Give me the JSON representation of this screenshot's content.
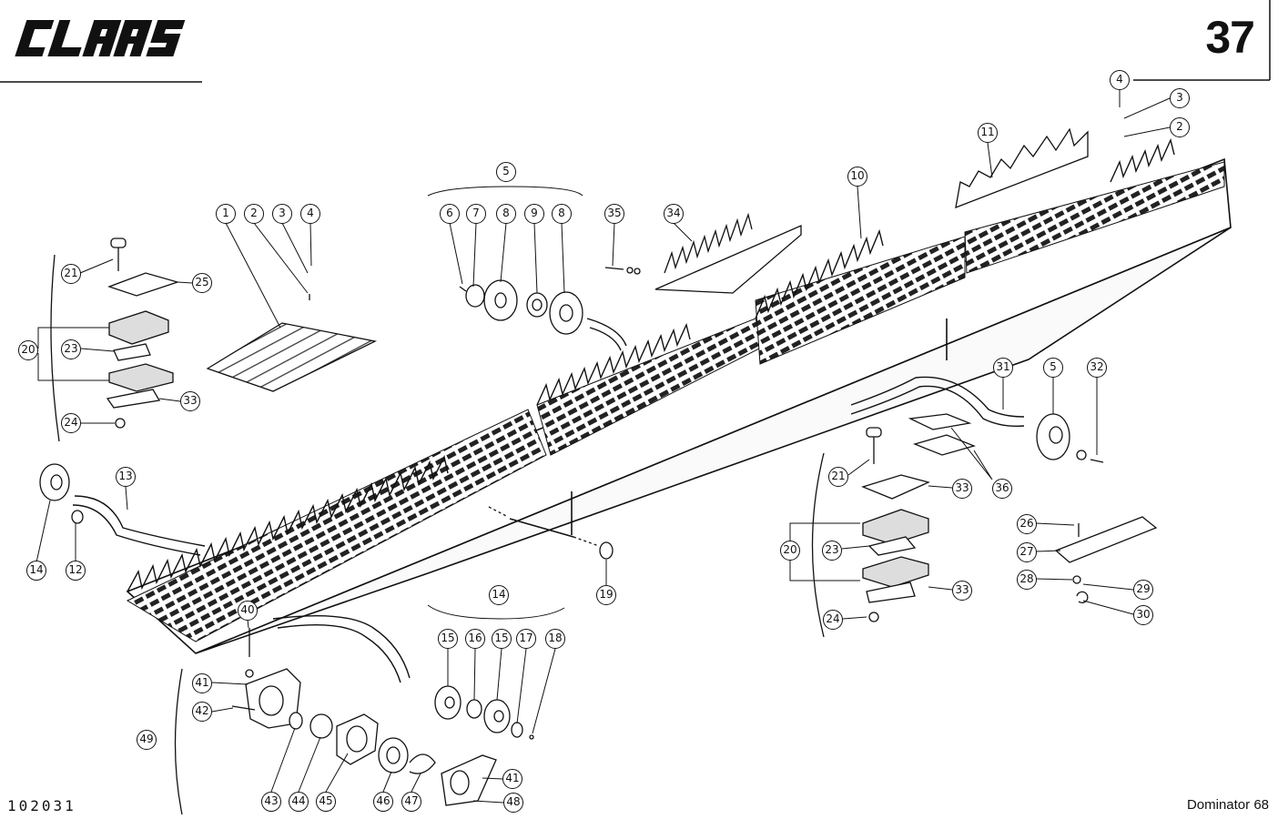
{
  "header": {
    "brand": "CLAAS",
    "page_number": "37"
  },
  "footer": {
    "document_number": "102031",
    "model": "Dominator 68"
  },
  "callouts": [
    {
      "label": "4"
    },
    {
      "label": "3"
    },
    {
      "label": "2"
    },
    {
      "label": "11"
    },
    {
      "label": "10"
    },
    {
      "label": "5"
    },
    {
      "label": "6"
    },
    {
      "label": "7"
    },
    {
      "label": "8"
    },
    {
      "label": "9"
    },
    {
      "label": "8"
    },
    {
      "label": "35"
    },
    {
      "label": "34"
    },
    {
      "label": "1"
    },
    {
      "label": "2"
    },
    {
      "label": "3"
    },
    {
      "label": "4"
    },
    {
      "label": "21"
    },
    {
      "label": "25"
    },
    {
      "label": "20"
    },
    {
      "label": "23"
    },
    {
      "label": "33"
    },
    {
      "label": "24"
    },
    {
      "label": "13"
    },
    {
      "label": "14"
    },
    {
      "label": "12"
    },
    {
      "label": "31"
    },
    {
      "label": "5"
    },
    {
      "label": "32"
    },
    {
      "label": "36"
    },
    {
      "label": "21"
    },
    {
      "label": "33"
    },
    {
      "label": "20"
    },
    {
      "label": "23"
    },
    {
      "label": "33"
    },
    {
      "label": "24"
    },
    {
      "label": "26"
    },
    {
      "label": "27"
    },
    {
      "label": "28"
    },
    {
      "label": "29"
    },
    {
      "label": "30"
    },
    {
      "label": "19"
    },
    {
      "label": "40"
    },
    {
      "label": "41"
    },
    {
      "label": "42"
    },
    {
      "label": "49"
    },
    {
      "label": "14"
    },
    {
      "label": "15"
    },
    {
      "label": "16"
    },
    {
      "label": "15"
    },
    {
      "label": "17"
    },
    {
      "label": "18"
    },
    {
      "label": "43"
    },
    {
      "label": "44"
    },
    {
      "label": "45"
    },
    {
      "label": "46"
    },
    {
      "label": "47"
    },
    {
      "label": "41"
    },
    {
      "label": "48"
    }
  ]
}
